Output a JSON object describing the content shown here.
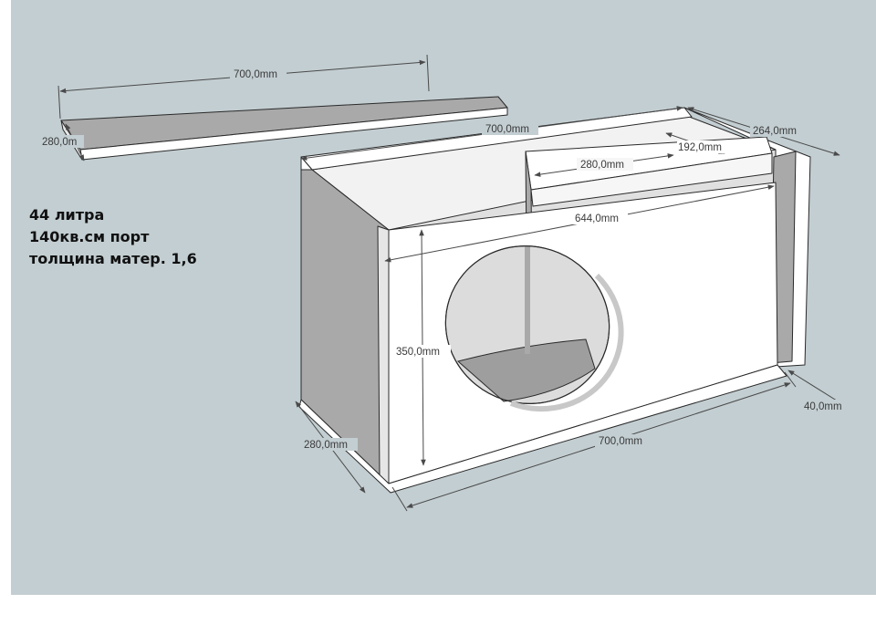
{
  "notes": {
    "volume": "44 литра",
    "port": "140кв.см порт",
    "thickness": "толщина матер. 1,6"
  },
  "dimensions": {
    "lid_length": "700,0mm",
    "lid_depth": "280,0m",
    "box_top_length": "700,0mm",
    "box_depth_right": "264,0mm",
    "port_offset": "192,0mm",
    "port_divider_length": "280,0mm",
    "inner_length": "644,0mm",
    "height": "350,0mm",
    "base_depth": "280,0mm",
    "base_length": "700,0mm",
    "port_width": "40,0mm"
  },
  "colors": {
    "background": "#c3ced2",
    "panel_light": "#ffffff",
    "panel_shade": "#a9a9a9",
    "panel_inner": "#efefef",
    "floor": "#9e9e9e"
  }
}
